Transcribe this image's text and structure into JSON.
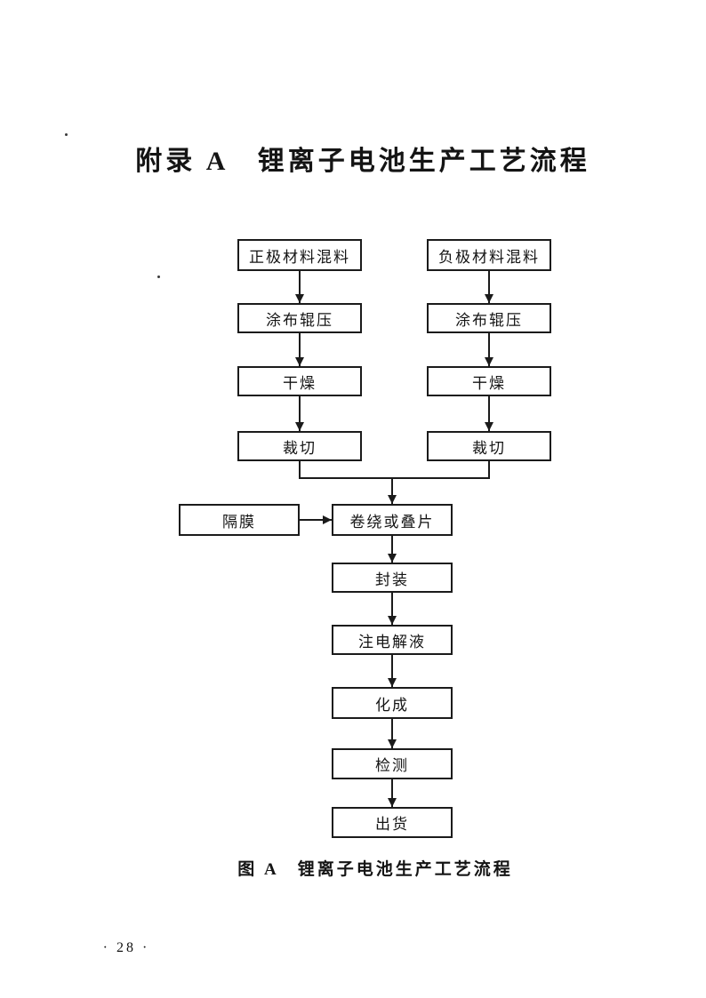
{
  "page": {
    "title": "附录 A　锂离子电池生产工艺流程",
    "caption": "图 A　锂离子电池生产工艺流程",
    "page_number": "· 28 ·"
  },
  "flowchart": {
    "positive_branch": [
      "正极材料混料",
      "涂布辊压",
      "干燥",
      "裁切"
    ],
    "negative_branch": [
      "负极材料混料",
      "涂布辊压",
      "干燥",
      "裁切"
    ],
    "separator": "隔膜",
    "main_line": [
      "卷绕或叠片",
      "封装",
      "注电解液",
      "化成",
      "检测",
      "出货"
    ]
  }
}
